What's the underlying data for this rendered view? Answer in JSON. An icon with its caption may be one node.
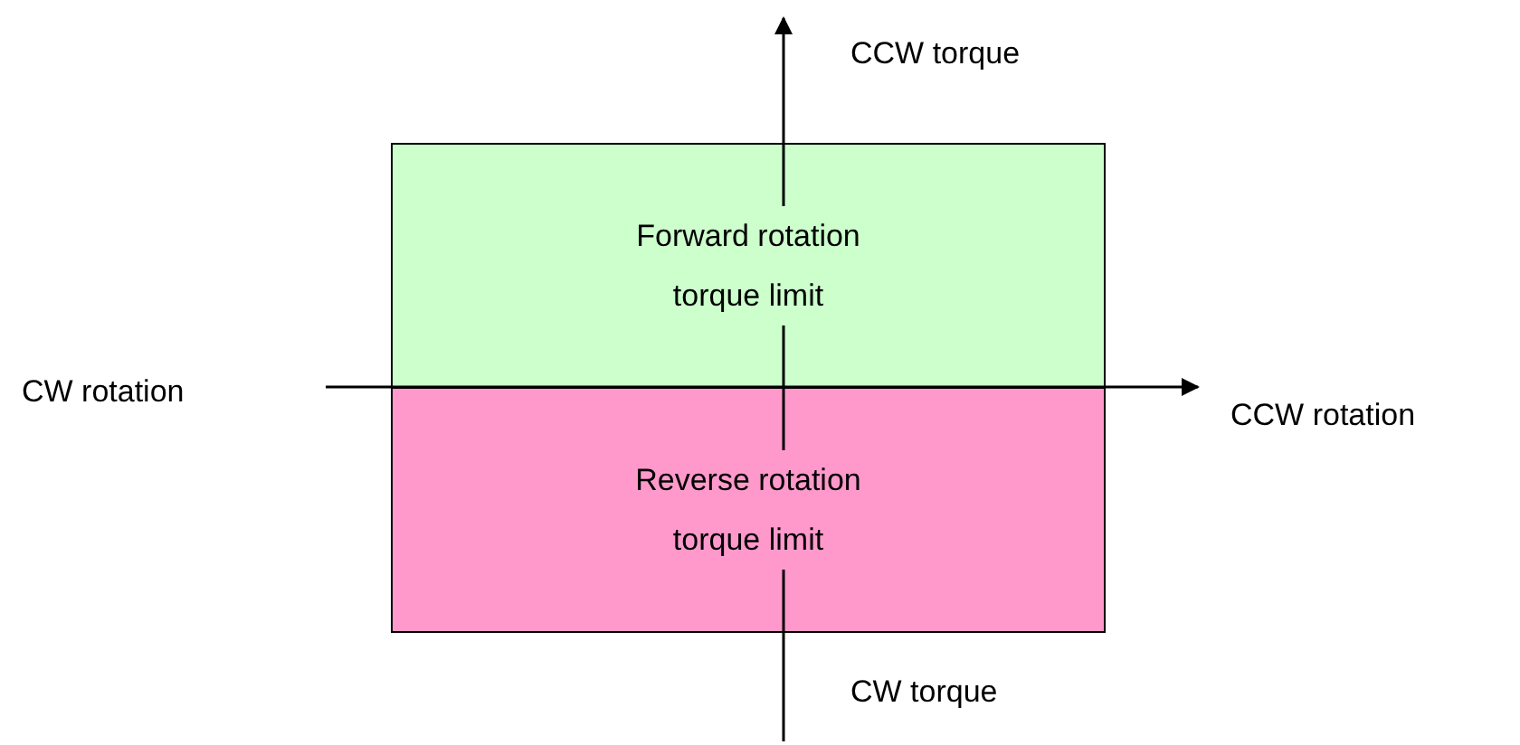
{
  "diagram": {
    "nodes": [
      {
        "text": [
          "Forward rotation torque limit"
        ]
      },
      {
        "text": [
          "Reverse rotation torque limit"
        ]
      }
    ],
    "edges": [],
    "labels": [
      "CCW torque",
      "CW rotation",
      "CCW rotation",
      "CW torque"
    ]
  }
}
